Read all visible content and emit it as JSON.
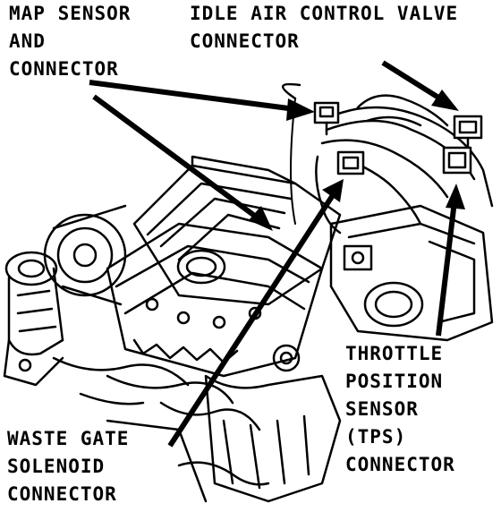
{
  "labels": {
    "map_sensor": [
      "MAP SENSOR",
      "AND",
      "CONNECTOR"
    ],
    "idle_air": [
      "IDLE AIR CONTROL VALVE",
      "CONNECTOR"
    ],
    "tps": [
      "THROTTLE",
      "POSITION",
      "SENSOR",
      "(TPS)",
      "CONNECTOR"
    ],
    "waste_gate": [
      "WASTE GATE",
      "SOLENOID",
      "CONNECTOR"
    ]
  },
  "colors": {
    "ink": "#000000",
    "paper": "#ffffff"
  }
}
